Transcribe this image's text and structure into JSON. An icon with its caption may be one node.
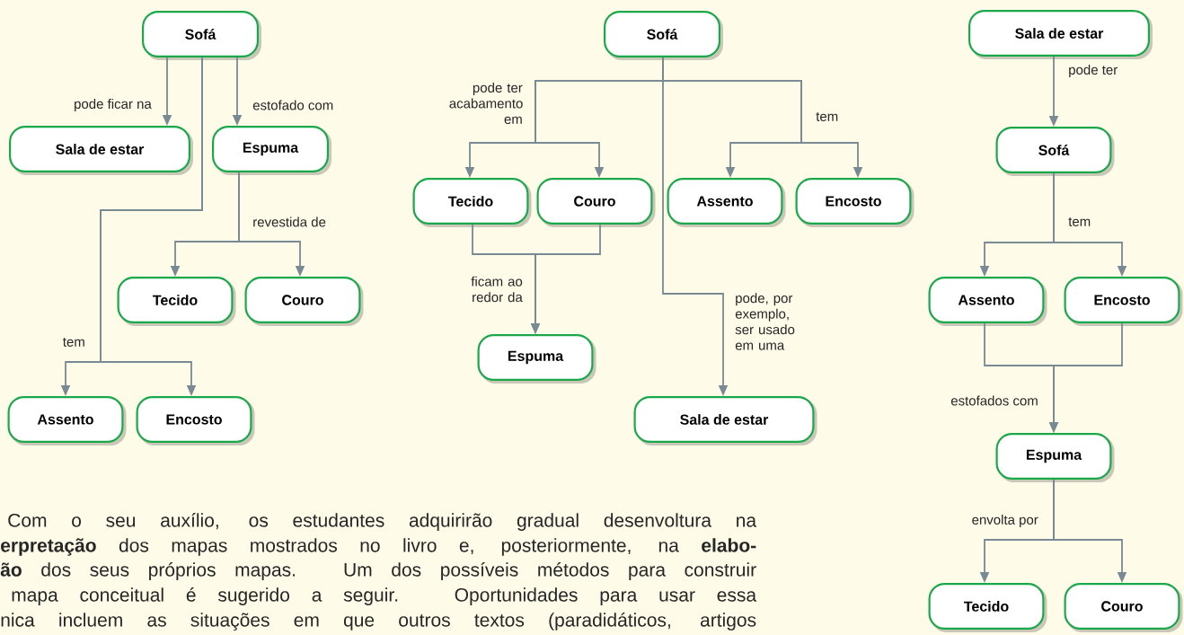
{
  "diagram": {
    "nodes": [
      {
        "text": [
          "Sofá"
        ]
      },
      {
        "text": [
          "Sala de estar"
        ]
      },
      {
        "text": [
          "Espuma"
        ]
      },
      {
        "text": [
          "Tecido"
        ]
      },
      {
        "text": [
          "Couro"
        ]
      },
      {
        "text": [
          "Assento"
        ]
      },
      {
        "text": [
          "Encosto"
        ]
      },
      {
        "text": [
          "Sofá"
        ]
      },
      {
        "text": [
          "Tecido"
        ]
      },
      {
        "text": [
          "Couro"
        ]
      },
      {
        "text": [
          "Assento"
        ]
      },
      {
        "text": [
          "Encosto"
        ]
      },
      {
        "text": [
          "Espuma"
        ]
      },
      {
        "text": [
          "Sala de estar"
        ]
      },
      {
        "text": [
          "Sala de estar"
        ]
      },
      {
        "text": [
          "Sofá"
        ]
      },
      {
        "text": [
          "Assento"
        ]
      },
      {
        "text": [
          "Encosto"
        ]
      },
      {
        "text": [
          "Espuma"
        ]
      },
      {
        "text": [
          "Tecido"
        ]
      },
      {
        "text": [
          "Couro"
        ]
      }
    ],
    "edges": [
      {
        "from": 0,
        "to": 1,
        "arrow": "to",
        "label": "pode ficar na"
      },
      {
        "from": 0,
        "to": 2,
        "arrow": "to",
        "label": "estofado com"
      },
      {
        "from": 2,
        "to": 3,
        "arrow": "to",
        "label": "revestida de"
      },
      {
        "from": 2,
        "to": 4,
        "arrow": "to"
      },
      {
        "from": 0,
        "to": 5,
        "arrow": "to",
        "label": "tem"
      },
      {
        "from": 0,
        "to": 6,
        "arrow": "to"
      },
      {
        "from": 7,
        "to": 8,
        "arrow": "to",
        "label": "pode ter acabamento em"
      },
      {
        "from": 7,
        "to": 9,
        "arrow": "to"
      },
      {
        "from": 7,
        "to": 10,
        "arrow": "to",
        "label": "tem"
      },
      {
        "from": 7,
        "to": 11,
        "arrow": "to"
      },
      {
        "from": 8,
        "to": 12,
        "arrow": "to",
        "label": "ficam ao redor da"
      },
      {
        "from": 9,
        "to": 12,
        "arrow": "to"
      },
      {
        "from": 7,
        "to": 13,
        "arrow": "to",
        "label": "pode, por exemplo, ser usado em uma"
      },
      {
        "from": 14,
        "to": 15,
        "arrow": "to",
        "label": "pode ter"
      },
      {
        "from": 15,
        "to": 16,
        "arrow": "to",
        "label": "tem"
      },
      {
        "from": 15,
        "to": 17,
        "arrow": "to"
      },
      {
        "from": 16,
        "to": 18,
        "arrow": "to",
        "label": "estofados com"
      },
      {
        "from": 17,
        "to": 18,
        "arrow": "to"
      },
      {
        "from": 18,
        "to": 19,
        "arrow": "to",
        "label": "envolta por"
      },
      {
        "from": 18,
        "to": 20,
        "arrow": "to"
      }
    ],
    "labels": [
      "Com o seu auxílio, os estudantes adquirirão gradual desenvoltura na",
      "**erpretação** dos mapas mostrados no livro e, posteriormente, na **elabo-**",
      "**ão** dos seus próprios mapas. Um dos possíveis métodos para construir",
      "mapa conceitual é sugerido a seguir. Oportunidades para usar essa",
      "nica incluem as situações em que outros textos (paradidáticos, artigos"
    ]
  }
}
